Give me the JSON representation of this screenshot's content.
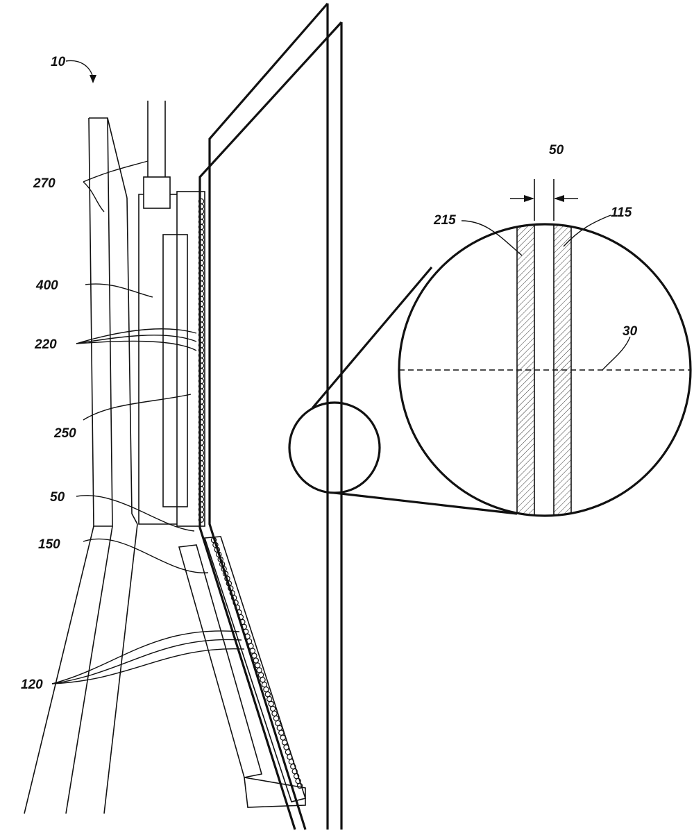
{
  "figure": {
    "labels": {
      "assembly": "10",
      "spacer_rails": "270",
      "frame": "400",
      "beads_upper": "220",
      "member_upper": "250",
      "gap_left": "50",
      "member_lower": "150",
      "beads_lower": "120",
      "gap_detail": "50",
      "sheet_left": "215",
      "sheet_right": "115",
      "axis": "30"
    }
  }
}
